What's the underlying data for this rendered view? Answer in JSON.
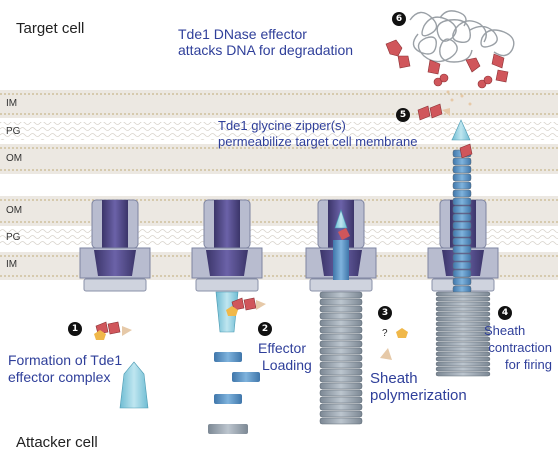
{
  "labels": {
    "target_cell": "Target cell",
    "attacker_cell": "Attacker cell",
    "target_layers": [
      "IM",
      "PG",
      "OM"
    ],
    "attacker_layers": [
      "OM",
      "PG",
      "IM"
    ],
    "dnase_text": [
      "Tde1 DNase effector",
      "attacks DNA for degradation"
    ],
    "zipper_text": [
      "Tde1 glycine zipper(s)",
      "permeabilize target cell membrane"
    ]
  },
  "steps": [
    {
      "number": "1",
      "lines": [
        "Formation of Tde1",
        "effector complex"
      ]
    },
    {
      "number": "2",
      "lines": [
        "Effector",
        "Loading"
      ]
    },
    {
      "number": "3",
      "lines": [
        "Sheath",
        "polymerization"
      ]
    },
    {
      "number": "4",
      "lines": [
        "Sheath",
        "contraction",
        "for firing"
      ]
    },
    {
      "number": "5",
      "lines": []
    },
    {
      "number": "6",
      "lines": []
    }
  ],
  "question_mark": "?",
  "colors": {
    "text_blue": "#2f3f9a",
    "membrane_band": "#e8e4de",
    "membrane_line": "#c9b98f",
    "baseplate_purple": "#4a4380",
    "baseplate_grey": "#b8bccf",
    "sheath_grey": "#8e9aa6",
    "tube_blue": "#5b93c6",
    "spike_cyan": "#8ed0e0",
    "effector_red": "#d0565b",
    "immunity_gold": "#f0b84a",
    "tan_protein": "#e6c9a8"
  },
  "icons": [
    "numbered-step-badge",
    "effector-protein-icon",
    "spike-tip-icon",
    "dna-strand-icon"
  ]
}
